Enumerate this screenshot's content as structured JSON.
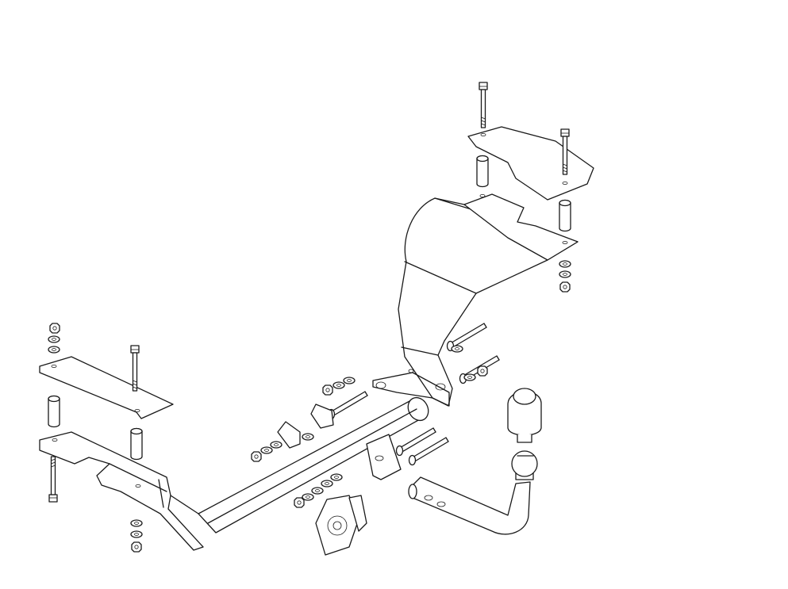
{
  "diagram": {
    "kind": "exploded assembly drawing",
    "line_color": "#1a1a1a",
    "background": "#ffffff",
    "parts": [
      "crossbar-tube",
      "left-mount-bracket",
      "left-top-plate",
      "right-mount-bracket",
      "right-top-plate",
      "tow-ball-neck",
      "tow-ball",
      "ball-cover",
      "socket-plate"
    ]
  }
}
